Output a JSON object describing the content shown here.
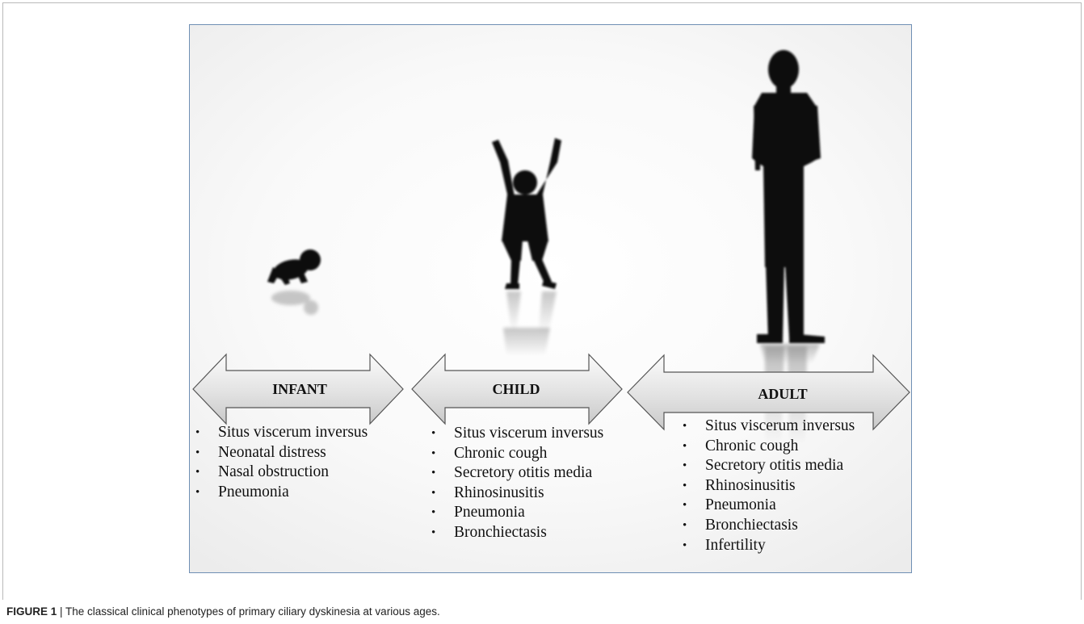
{
  "stages": [
    {
      "label": "INFANT",
      "symptoms": [
        "Situs viscerum inversus",
        "Neonatal distress",
        "Nasal obstruction",
        "Pneumonia"
      ]
    },
    {
      "label": "CHILD",
      "symptoms": [
        "Situs viscerum inversus",
        "Chronic cough",
        "Secretory otitis media",
        "Rhinosinusitis",
        "Pneumonia",
        "Bronchiectasis"
      ]
    },
    {
      "label": "ADULT",
      "symptoms": [
        "Situs viscerum inversus",
        "Chronic cough",
        "Secretory otitis media",
        "Rhinosinusitis",
        "Pneumonia",
        "Bronchiectasis",
        "Infertility"
      ]
    }
  ],
  "caption": {
    "label": "FIGURE 1",
    "separator": " | ",
    "text": "The classical clinical phenotypes of primary ciliary dyskinesia at various ages."
  }
}
